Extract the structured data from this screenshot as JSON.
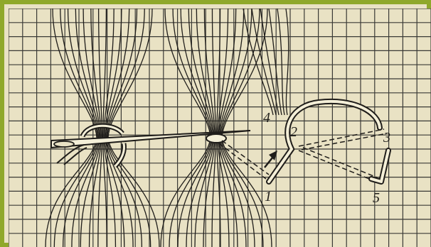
{
  "palette": {
    "frame": "#8fa82b",
    "paper": "#e9e2c4",
    "grid": "#3a3a36",
    "ink": "#1f1d1a"
  },
  "labels": {
    "point_1": "1",
    "point_2": "2",
    "point_3": "3",
    "point_4": "4",
    "point_5": "5"
  },
  "icons": {
    "needle": "needle-icon",
    "arrow": "arrow-icon"
  }
}
